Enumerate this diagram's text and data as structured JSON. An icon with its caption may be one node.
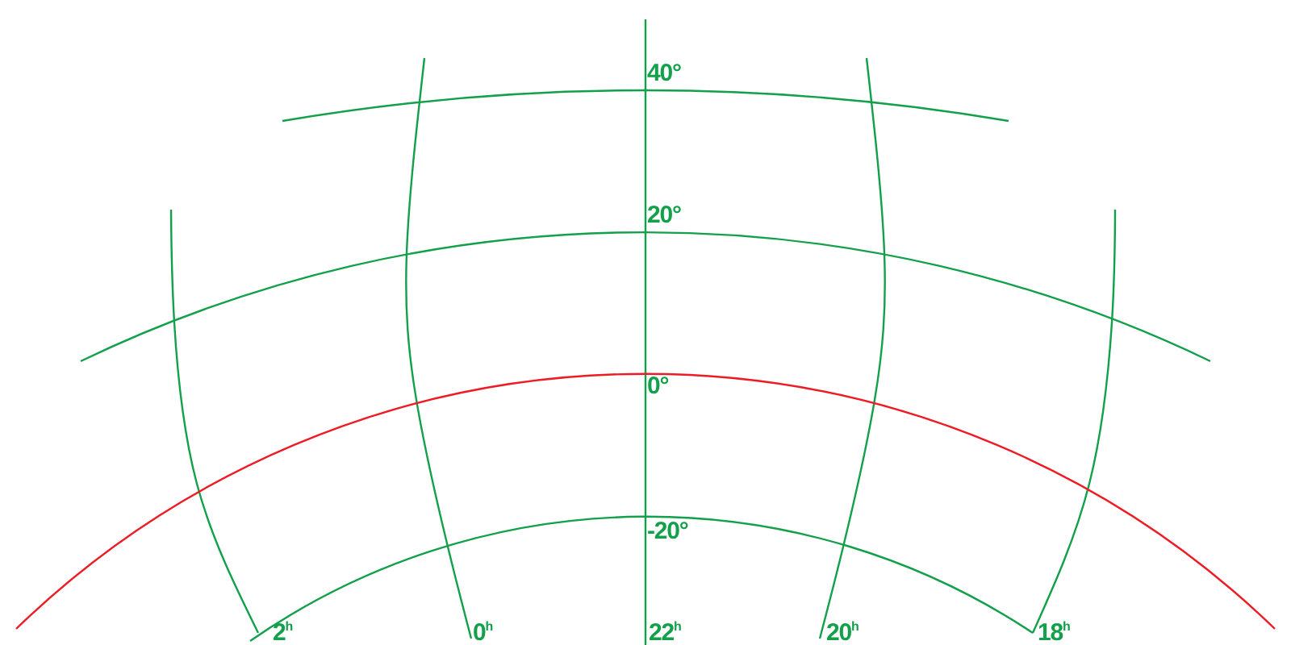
{
  "diagram": {
    "labels": [
      "40°",
      "20°",
      "0°",
      "-20°",
      "2$^{h}$",
      "0$^{h}$",
      "22$^{h}$",
      "20$^{h}$",
      "18$^{h}$"
    ]
  }
}
